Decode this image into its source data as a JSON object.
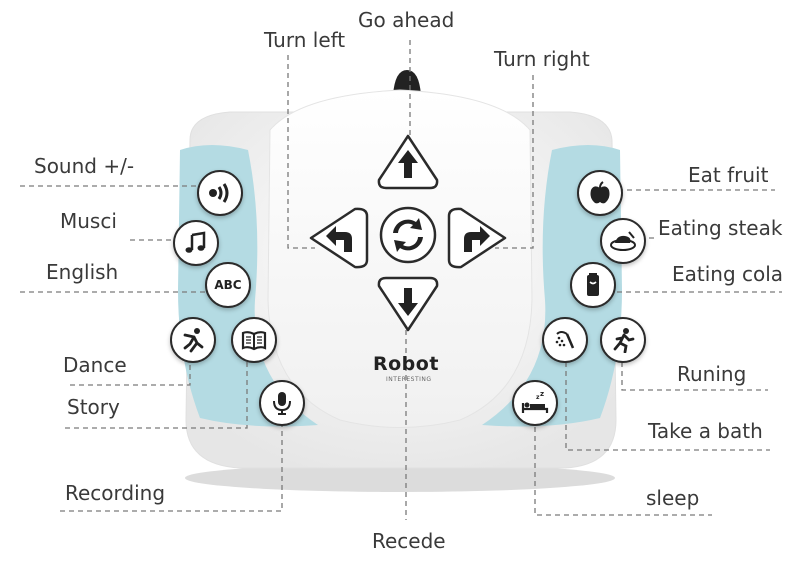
{
  "labels": {
    "go_ahead": "Go ahead",
    "turn_left": "Turn left",
    "turn_right": "Turn right",
    "recede": "Recede",
    "sound": "Sound +/-",
    "music": "Musci",
    "english": "English",
    "dance": "Dance",
    "story": "Story",
    "recording": "Recording",
    "eat_fruit": "Eat fruit",
    "eating_steak": "Eating steak",
    "eating_cola": "Eating cola",
    "running": "Runing",
    "take_bath": "Take a bath",
    "sleep": "sleep"
  },
  "device": {
    "brand": "Robot",
    "brand_sub": "INTERESTING",
    "abc_button_text": "ABC"
  },
  "icons": {
    "sound": "speaker-icon",
    "music": "music-note-icon",
    "english": "abc-icon",
    "dance": "dancer-icon",
    "story": "book-icon",
    "recording": "microphone-icon",
    "fruit": "apple-icon",
    "steak": "steak-icon",
    "cola": "cola-can-icon",
    "shower": "shower-icon",
    "running": "runner-icon",
    "sleep": "sleeping-bed-icon",
    "up": "arrow-up-icon",
    "down": "arrow-down-icon",
    "left": "turn-left-arrow-icon",
    "right": "turn-right-arrow-icon",
    "center": "rotate-icon"
  },
  "colors": {
    "side_panel": "#b4dbe3",
    "body": "#f6f6f6",
    "outline": "#2b2b2b",
    "leader_line": "#7a7a7a",
    "label_text": "#3a3a3a"
  }
}
